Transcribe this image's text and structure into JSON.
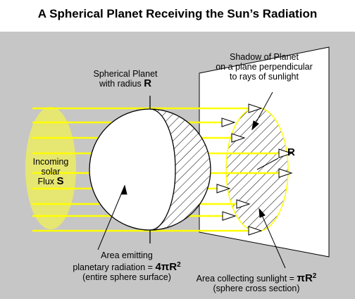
{
  "title": "A Spherical Planet Receiving the Sun’s Radiation",
  "labels": {
    "shadow_line1": "Shadow of Planet",
    "shadow_line2": "on a plane perpendicular",
    "shadow_line3": "to rays of sunlight",
    "planet_line1": "Spherical Planet",
    "planet_line2": "with radius",
    "planet_R": "R",
    "flux_line1": "Incoming",
    "flux_line2": "solar",
    "flux_line3": "Flux",
    "flux_S": "S",
    "shadow_R": "R",
    "emit_line1": "Area emitting",
    "emit_line2": "planetary radiation =",
    "emit_formula": "4πR",
    "emit_exp": "2",
    "emit_line3": "(entire sphere surface)",
    "collect_line1": "Area collecting sunlight =",
    "collect_formula": "πR",
    "collect_exp": "2",
    "collect_line2": "(sphere cross section)"
  },
  "colors": {
    "background": "#c6c6c6",
    "flux_disk": "#e6e673",
    "rays": "#ffff00",
    "sphere": "#ffffff",
    "plane": "#ffffff",
    "outline": "#000000"
  }
}
